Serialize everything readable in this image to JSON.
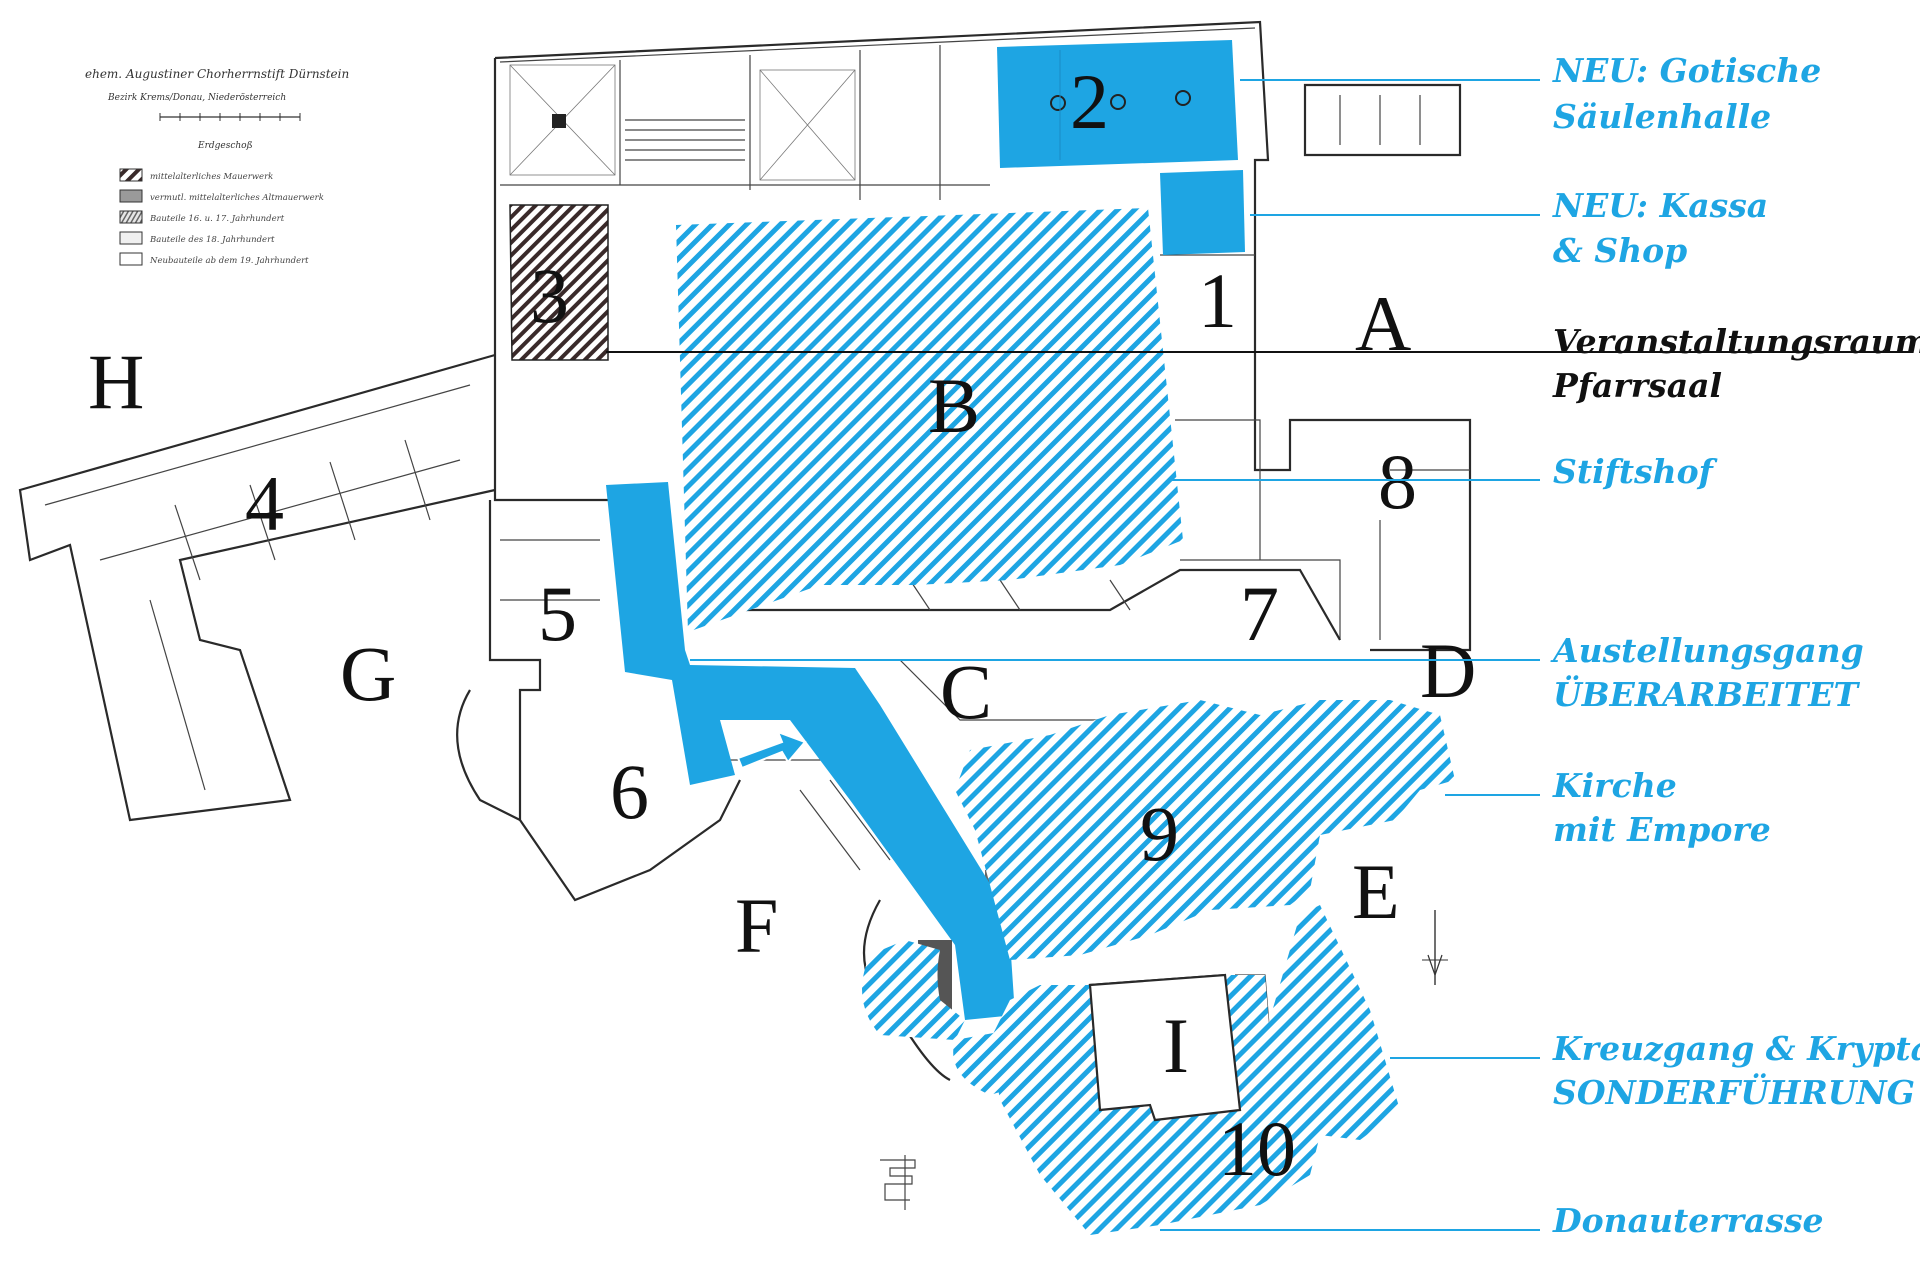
{
  "colors": {
    "accent_blue": "#1ea5e3",
    "text_black": "#111111",
    "medieval_hatch": "#3a2a2a"
  },
  "legend": {
    "title": "ehem. Augustiner Chorherrnstift Dürnstein",
    "subtitle": "Bezirk Krems/Donau, Niederösterreich",
    "floor": "Erdgeschoß",
    "items": [
      "mittelalterliches Mauerwerk",
      "vermutl. mittelalterliches Altmauerwerk",
      "Bauteile 16. u. 17. Jahrhundert",
      "Bauteile des 18. Jahrhundert",
      "Neubauteile ab dem 19. Jahrhundert"
    ]
  },
  "zones": {
    "A": "A",
    "B": "B",
    "C": "C",
    "D": "D",
    "E": "E",
    "F": "F",
    "G": "G",
    "H": "H",
    "I": "I"
  },
  "rooms": {
    "r1": "1",
    "r2": "2",
    "r3": "3",
    "r4": "4",
    "r5": "5",
    "r6": "6",
    "r7": "7",
    "r8": "8",
    "r9": "9",
    "r10": "10"
  },
  "labels": {
    "saeulenhalle": [
      "NEU: Gotische",
      "Säulenhalle"
    ],
    "kassa": [
      "NEU: Kassa",
      "& Shop"
    ],
    "veranstaltung": [
      "Veranstaltungsraum,",
      "Pfarrsaal"
    ],
    "stiftshof": [
      "Stiftshof"
    ],
    "ausstellungsgang": [
      "Austellungsgang",
      "ÜBERARBEITET"
    ],
    "kirche": [
      "Kirche",
      "mit Empore"
    ],
    "kreuzgang": [
      "Kreuzgang & Krypta",
      "SONDERFÜHRUNG"
    ],
    "donauterrasse": [
      "Donauterrasse"
    ]
  }
}
